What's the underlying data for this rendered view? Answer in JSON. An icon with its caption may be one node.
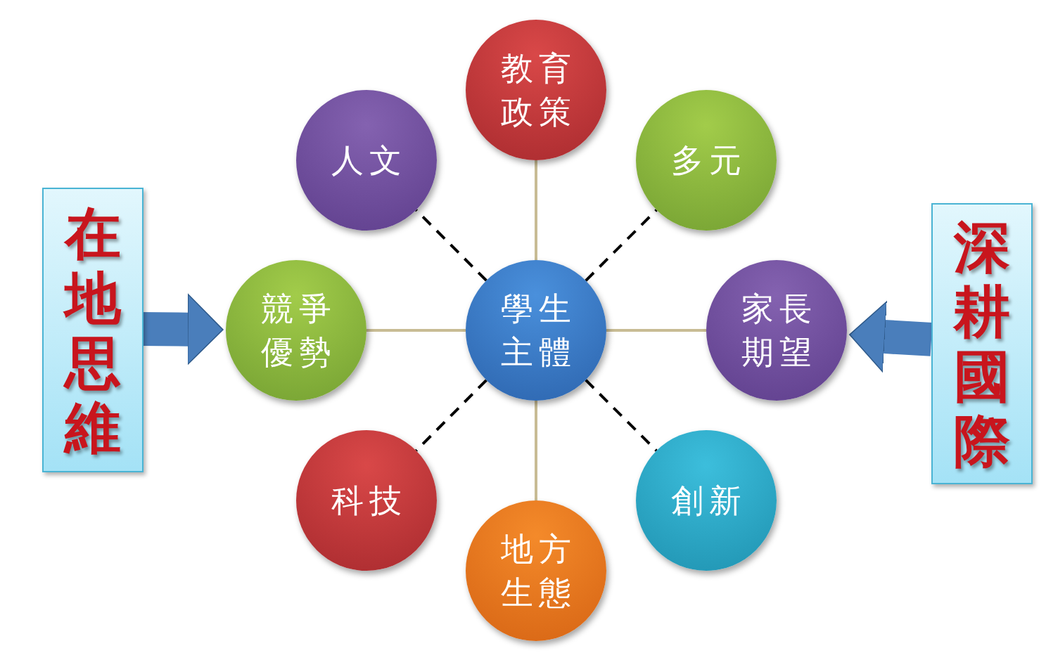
{
  "diagram": {
    "nodes": [
      {
        "text": [
          "學生主體"
        ]
      },
      {
        "text": [
          "教育政策"
        ]
      },
      {
        "text": [
          "多元"
        ]
      },
      {
        "text": [
          "家長期望"
        ]
      },
      {
        "text": [
          "創新"
        ]
      },
      {
        "text": [
          "地方生態"
        ]
      },
      {
        "text": [
          "科技"
        ]
      },
      {
        "text": [
          "競爭優勢"
        ]
      },
      {
        "text": [
          "人文"
        ]
      },
      {
        "text": [
          "在地思維"
        ]
      },
      {
        "text": [
          "深耕國際"
        ]
      }
    ],
    "edges": [
      {
        "from": 0,
        "to": 1,
        "arrow": "none"
      },
      {
        "from": 0,
        "to": 2,
        "arrow": "none",
        "style": "dashed",
        "color": "#000000"
      },
      {
        "from": 0,
        "to": 3,
        "arrow": "none"
      },
      {
        "from": 0,
        "to": 4,
        "arrow": "none",
        "style": "dashed",
        "color": "#000000"
      },
      {
        "from": 0,
        "to": 5,
        "arrow": "none"
      },
      {
        "from": 0,
        "to": 6,
        "arrow": "none",
        "style": "dashed",
        "color": "#000000"
      },
      {
        "from": 0,
        "to": 7,
        "arrow": "none"
      },
      {
        "from": 0,
        "to": 8,
        "arrow": "none",
        "style": "dashed",
        "color": "#000000"
      },
      {
        "from": 9,
        "to": 7,
        "arrow": "to",
        "style": "thick",
        "color": "#4a7ebb"
      },
      {
        "from": 10,
        "to": 3,
        "arrow": "to",
        "style": "thick",
        "color": "#4a7ebb"
      }
    ]
  }
}
